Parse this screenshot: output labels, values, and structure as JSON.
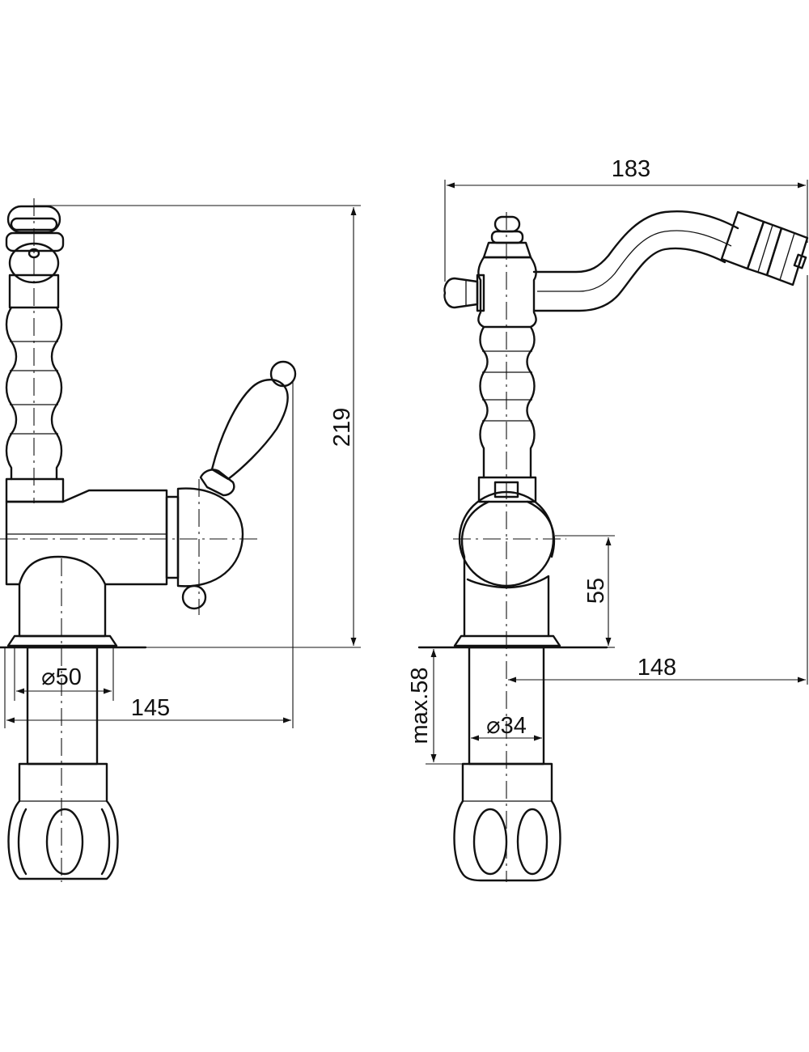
{
  "drawing": {
    "dimensions": {
      "overall_height": "219",
      "handle_reach": "145",
      "base_diameter": "⌀50",
      "spout_reach": "183",
      "handle_axis_height": "55",
      "spout_from_axis": "148",
      "max_deck_thickness": "max.58",
      "shank_diameter": "⌀34"
    }
  }
}
